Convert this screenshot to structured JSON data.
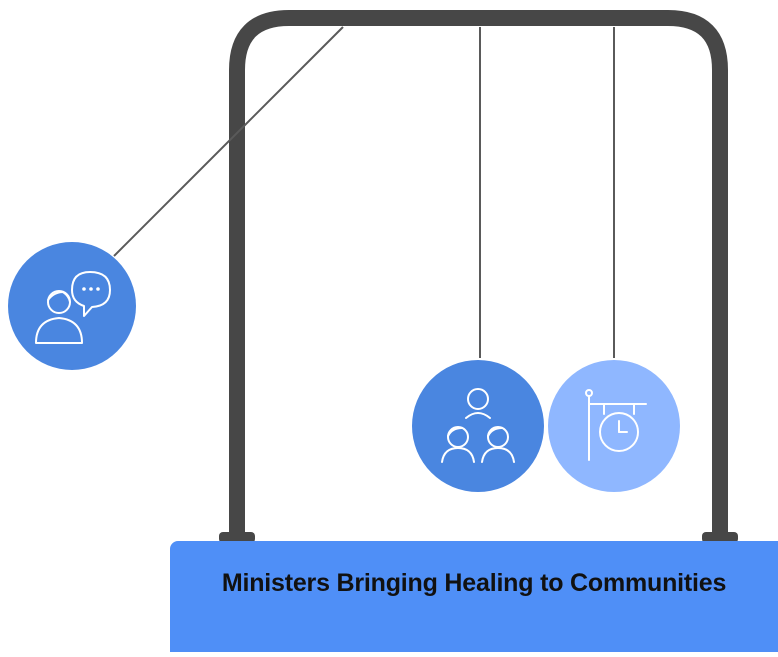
{
  "diagram": {
    "title": "Ministers Bringing Healing to Communities",
    "colors": {
      "frame": "#474747",
      "string": "#5a5a5a",
      "base": "#4f8ff7",
      "ball_primary": "#4a86e0",
      "ball_light": "#8fb7ff",
      "icon_stroke": "#ffffff",
      "title_text": "#111111"
    },
    "balls": [
      {
        "id": "ball-1",
        "icon": "counseling-chat-person-icon",
        "state": "swung-out",
        "shade": "primary"
      },
      {
        "id": "ball-2",
        "icon": "group-community-people-icon",
        "state": "hanging",
        "shade": "primary"
      },
      {
        "id": "ball-3",
        "icon": "hanging-clock-sign-icon",
        "state": "hanging",
        "shade": "light"
      }
    ]
  }
}
